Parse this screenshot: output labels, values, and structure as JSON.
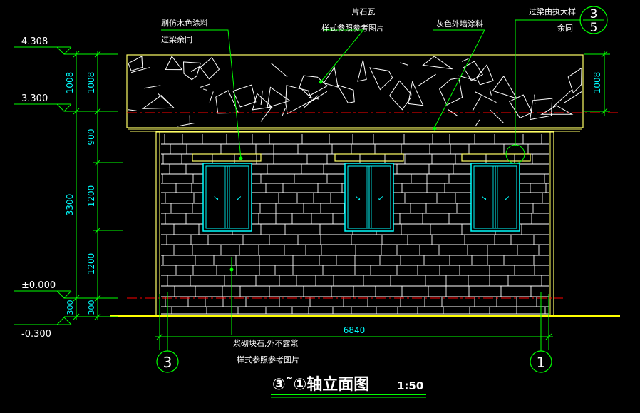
{
  "colors": {
    "background": "#000000",
    "wall_lines": "#ffffff",
    "outline": "#ffff66",
    "dimension": "#00ff00",
    "dim_text": "#00ffff",
    "centerline": "#ff0000",
    "window": "#00ffff",
    "ground": "#ffff00",
    "label_text": "#ffffff"
  },
  "levels": {
    "top": "4.308",
    "eave": "3.300",
    "ground": "±0.000",
    "base": "-0.300"
  },
  "left_dims": {
    "outer_top": "1008",
    "outer_main": "3300",
    "outer_bottom": "300",
    "inner_top": "1008",
    "inner_a": "900",
    "inner_b": "1200",
    "inner_c": "1200",
    "inner_bottom": "300"
  },
  "right_dim": "1008",
  "width_dim": "6840",
  "axes": {
    "left": "3",
    "right": "1",
    "top_callout_top": "3",
    "top_callout_bottom": "5"
  },
  "annotations": {
    "paint_lines": [
      "刷仿木色涂料",
      "过梁余同"
    ],
    "slate_lines": [
      "片石瓦",
      "样式参照参考图片"
    ],
    "wall_paint": "灰色外墙涂料",
    "lintel_lines": [
      "过梁由执大样",
      "余同"
    ],
    "stone_lines": [
      "浆砌块石,外不露浆",
      "样式参照参考图片"
    ]
  },
  "title": {
    "main": "③˜①轴立面图",
    "scale": "1:50"
  },
  "window_marks": [
    "↘",
    "↙"
  ]
}
